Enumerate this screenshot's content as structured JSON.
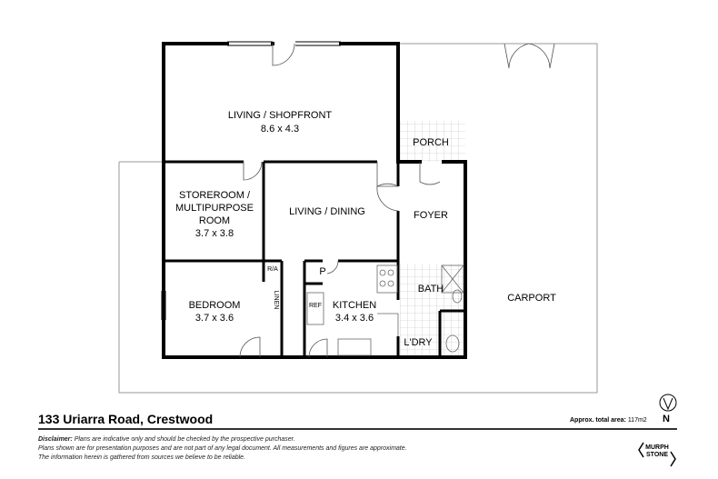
{
  "rooms": {
    "living_shopfront": {
      "name": "LIVING / SHOPFRONT",
      "size": "8.6  x 4.3"
    },
    "porch": {
      "name": "PORCH"
    },
    "storeroom": {
      "line1": "STOREROOM /",
      "line2": "MULTIPURPOSE",
      "line3": "ROOM",
      "size": "3.7 x 3.8"
    },
    "living_dining": {
      "name": "LIVING / DINING"
    },
    "foyer": {
      "name": "FOYER"
    },
    "bedroom": {
      "name": "BEDROOM",
      "size": "3.7 x 3.6"
    },
    "kitchen": {
      "name": "KITCHEN",
      "size": "3.4 x 3.6"
    },
    "bath": {
      "name": "BATH"
    },
    "laundry": {
      "name": "L'DRY"
    },
    "carport": {
      "name": "CARPORT"
    },
    "pantry": {
      "name": "P"
    },
    "ra": {
      "name": "R/A"
    },
    "linen": {
      "name": "LINEN"
    },
    "ref": {
      "name": "REF"
    }
  },
  "footer": {
    "address": "133 Uriarra Road, Crestwood",
    "area_label": "Approx. total area:",
    "area_value": "117m2",
    "north": "N",
    "disclaimer_label": "Disclaimer:",
    "disclaimer_1": "Plans are indicative only and should be checked by the prospective purchaser.",
    "disclaimer_2": "Plans shown are for presentation purposes and are not part of any legal document. All measurements and figures are approximate.",
    "disclaimer_3": "The information herein is gathered from sources we believe to be reliable.",
    "logo_line1": "MURPH",
    "logo_line2": "STONE"
  }
}
